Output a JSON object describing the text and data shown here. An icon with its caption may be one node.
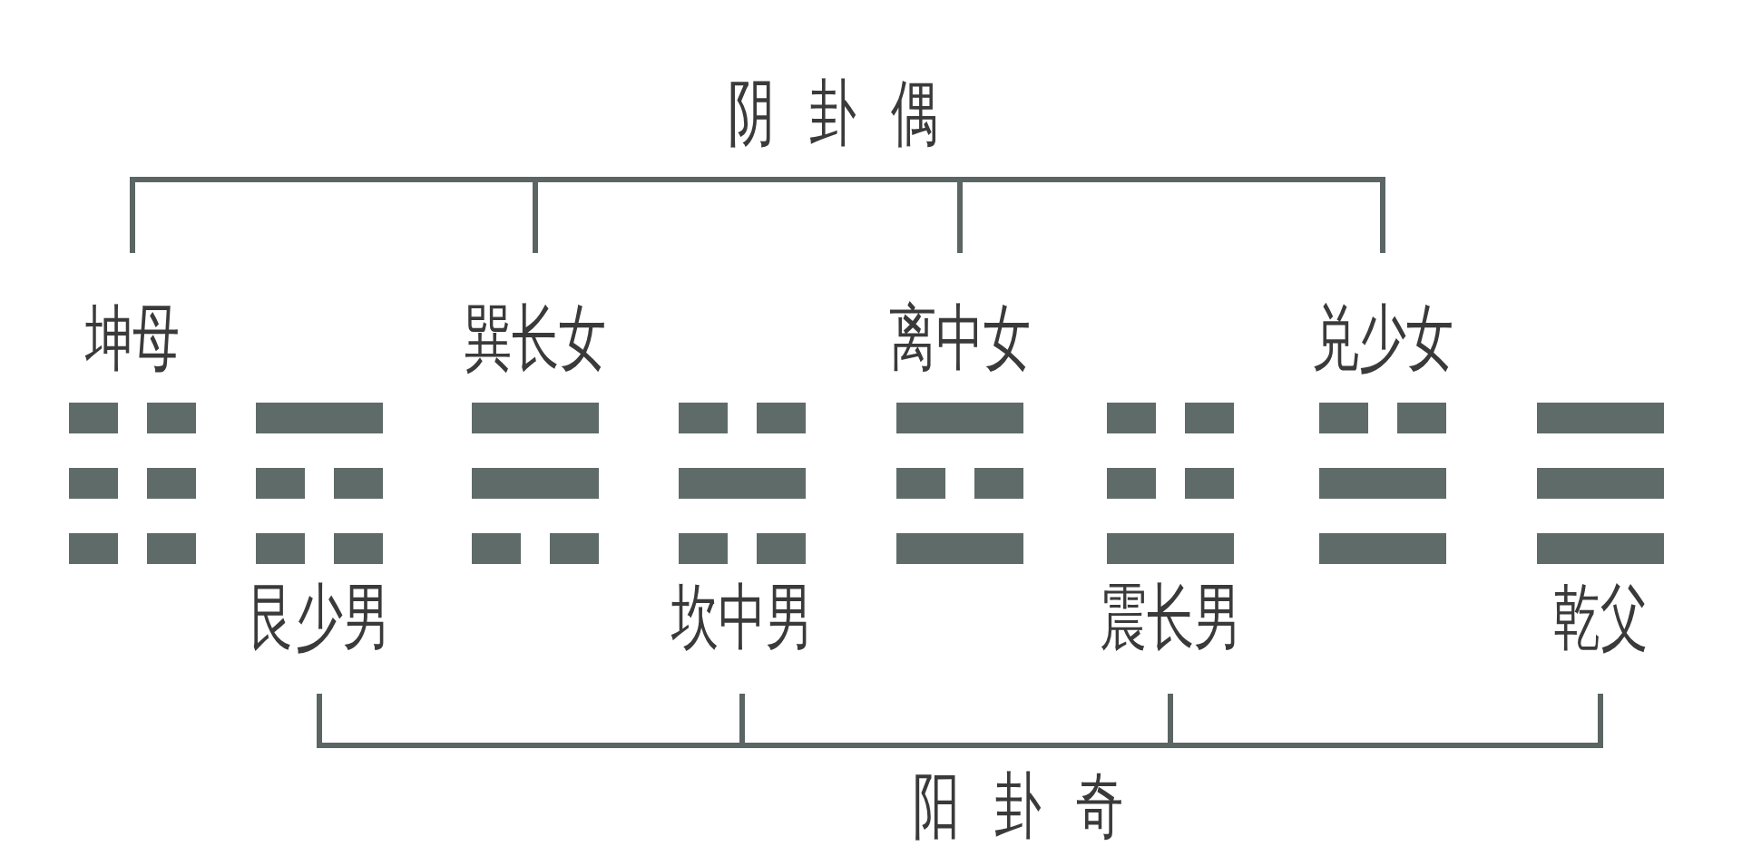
{
  "diagram": {
    "nodes": [
      {
        "text": [
          "阴卦偶"
        ]
      },
      {
        "text": [
          "坤母"
        ]
      },
      {
        "text": [
          "艮少男"
        ]
      },
      {
        "text": [
          "巽长女"
        ]
      },
      {
        "text": [
          "坎中男"
        ]
      },
      {
        "text": [
          "离中女"
        ]
      },
      {
        "text": [
          "震长男"
        ]
      },
      {
        "text": [
          "兑少女"
        ]
      },
      {
        "text": [
          "乾父"
        ]
      },
      {
        "text": [
          "阳卦奇"
        ]
      }
    ],
    "edges": [
      {
        "from": 0,
        "to": 1,
        "arrow": "none"
      },
      {
        "from": 0,
        "to": 3,
        "arrow": "none"
      },
      {
        "from": 0,
        "to": 5,
        "arrow": "none"
      },
      {
        "from": 0,
        "to": 7,
        "arrow": "none"
      },
      {
        "from": 9,
        "to": 2,
        "arrow": "none"
      },
      {
        "from": 9,
        "to": 4,
        "arrow": "none"
      },
      {
        "from": 9,
        "to": 6,
        "arrow": "none"
      },
      {
        "from": 9,
        "to": 8,
        "arrow": "none"
      }
    ]
  }
}
